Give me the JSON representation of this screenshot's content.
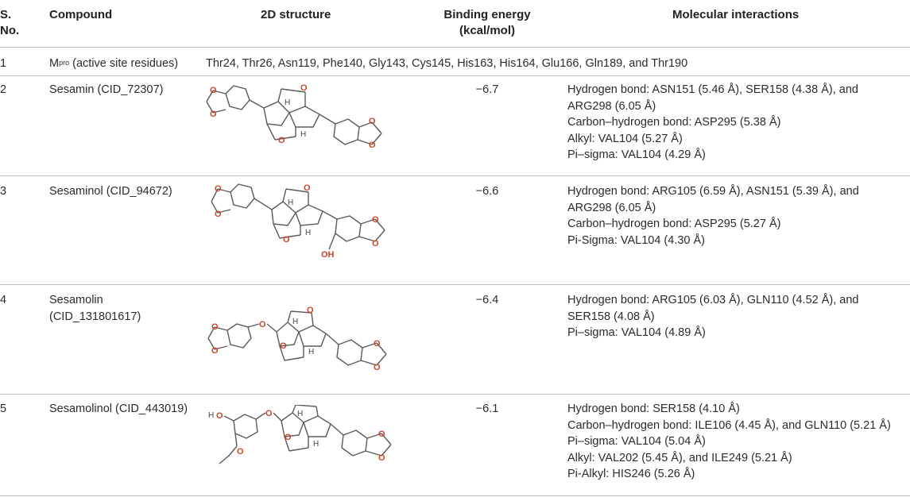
{
  "headers": {
    "sno": "S. No.",
    "compound": "Compound",
    "structure": "2D structure",
    "energy": "Binding energy (kcal/mol)",
    "interactions": "Molecular interactions"
  },
  "rows": [
    {
      "sno": "1",
      "compound_main": "M",
      "compound_sup": "pro",
      "compound_rest": " (active site residues)",
      "residues": "Thr24, Thr26, Asn119, Phe140, Gly143, Cys145, His163, His164, Glu166, Gln189, and Thr190"
    },
    {
      "sno": "2",
      "compound": "Sesamin (CID_72307)",
      "structure_icon": "sesamin-structure",
      "energy": "−6.7",
      "interactions": [
        "Hydrogen bond: ASN151 (5.46 Å), SER158 (4.38 Å), and",
        "ARG298 (6.05 Å)",
        "Carbon–hydrogen bond: ASP295 (5.38 Å)",
        "Alkyl: VAL104 (5.27 Å)",
        "Pi–sigma: VAL104 (4.29 Å)"
      ]
    },
    {
      "sno": "3",
      "compound": "Sesaminol (CID_94672)",
      "structure_icon": "sesaminol-structure",
      "energy": "−6.6",
      "interactions": [
        "Hydrogen bond: ARG105 (6.59 Å), ASN151 (5.39 Å), and",
        "ARG298 (6.05 Å)",
        "Carbon–hydrogen bond: ASP295 (5.27 Å)",
        "Pi-Sigma: VAL104 (4.30 Å)"
      ]
    },
    {
      "sno": "4",
      "compound_line1": "Sesamolin",
      "compound_line2": "(CID_131801617)",
      "structure_icon": "sesamolin-structure",
      "energy": "−6.4",
      "interactions": [
        "Hydrogen bond: ARG105 (6.03 Å), GLN110 (4.52 Å), and",
        "SER158 (4.08 Å)",
        "Pi–sigma: VAL104 (4.89 Å)"
      ]
    },
    {
      "sno": "5",
      "compound": "Sesamolinol (CID_443019)",
      "structure_icon": "sesamolinol-structure",
      "energy": "−6.1",
      "interactions": [
        "Hydrogen bond: SER158 (4.10 Å)",
        "Carbon–hydrogen bond: ILE106 (4.45 Å), and GLN110 (5.21 Å)",
        "Pi–sigma: VAL104 (5.04 Å)",
        "Alkyl: VAL202 (5.45 Å), and ILE249 (5.21 Å)",
        "Pi-Alkyl: HIS246 (5.26 Å)"
      ]
    }
  ],
  "atom_labels": {
    "oxygen": "O",
    "hydrogen": "H",
    "hydroxyl": "OH",
    "h_oxygen": "H"
  },
  "colors": {
    "oxygen": "#c8462b",
    "bond": "#5a5a5a",
    "rule": "#bfbfbf"
  }
}
